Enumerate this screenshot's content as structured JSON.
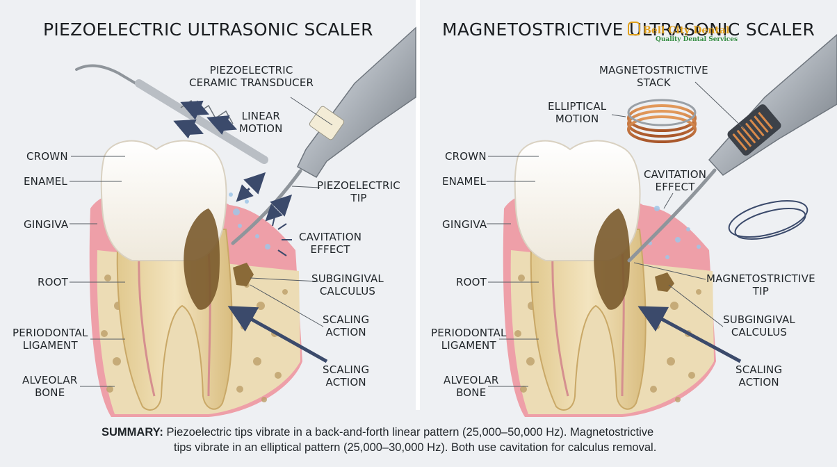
{
  "titles": {
    "left": "PIEZOELECTRIC ULTRASONIC SCALER",
    "right": "MAGNETOSTRICTIVE ULTRASONIC SCALER"
  },
  "watermark": {
    "name": "Bell City Dental",
    "tagline": "Quality Dental Services"
  },
  "left_labels": {
    "crown": "CROWN",
    "enamel": "ENAMEL",
    "gingiva": "GINGIVA",
    "root": "ROOT",
    "periodontal_1": "PERIODONTAL",
    "periodontal_2": "LIGAMENT",
    "alveolar_1": "ALVEOLAR",
    "alveolar_2": "BONE",
    "transducer_1": "PIEZOELECTRIC",
    "transducer_2": "CERAMIC TRANSDUCER",
    "motion_1": "LINEAR",
    "motion_2": "MOTION",
    "tip_1": "PIEZOELECTRIC",
    "tip_2": "TIP",
    "cavitation_1": "CAVITATION",
    "cavitation_2": "EFFECT",
    "calculus_1": "SUBGINGIVAL",
    "calculus_2": "CALCULUS",
    "scaling_a_1": "SCALING",
    "scaling_a_2": "ACTION",
    "scaling_b_1": "SCALING",
    "scaling_b_2": "ACTION"
  },
  "right_labels": {
    "crown": "CROWN",
    "enamel": "ENAMEL",
    "gingiva": "GINGIVA",
    "root": "ROOT",
    "periodontal_1": "PERIODONTAL",
    "periodontal_2": "LIGAMENT",
    "alveolar_1": "ALVEOLAR",
    "alveolar_2": "BONE",
    "stack_1": "MAGNETOSTRICTIVE",
    "stack_2": "STACK",
    "motion_1": "ELLIPTICAL",
    "motion_2": "MOTION",
    "cavitation_1": "CAVITATION",
    "cavitation_2": "EFFECT",
    "tip_1": "MAGNETOSTRICTIVE",
    "tip_2": "TIP",
    "calculus_1": "SUBGINGIVAL",
    "calculus_2": "CALCULUS",
    "scaling_1": "SCALING",
    "scaling_2": "ACTION"
  },
  "summary": {
    "heading": "SUMMARY:",
    "line1": "Piezoelectric tips vibrate in a back-and-forth linear pattern (25,000–50,000 Hz). Magnetostrictive",
    "line2": "tips vibrate in an elliptical pattern (25,000–30,000 Hz). Both use cavitation for calculus removal."
  },
  "colors": {
    "background": "#eef0f3",
    "gum": "#ee9fa8",
    "enamel": "#f8f6f1",
    "root": "#e9d6a8",
    "bone": "#ecdcb5",
    "calculus": "#7a5a2c",
    "copper": "#c8733a",
    "steel": "#a5abb2",
    "arrow": "#3b4a6b"
  }
}
